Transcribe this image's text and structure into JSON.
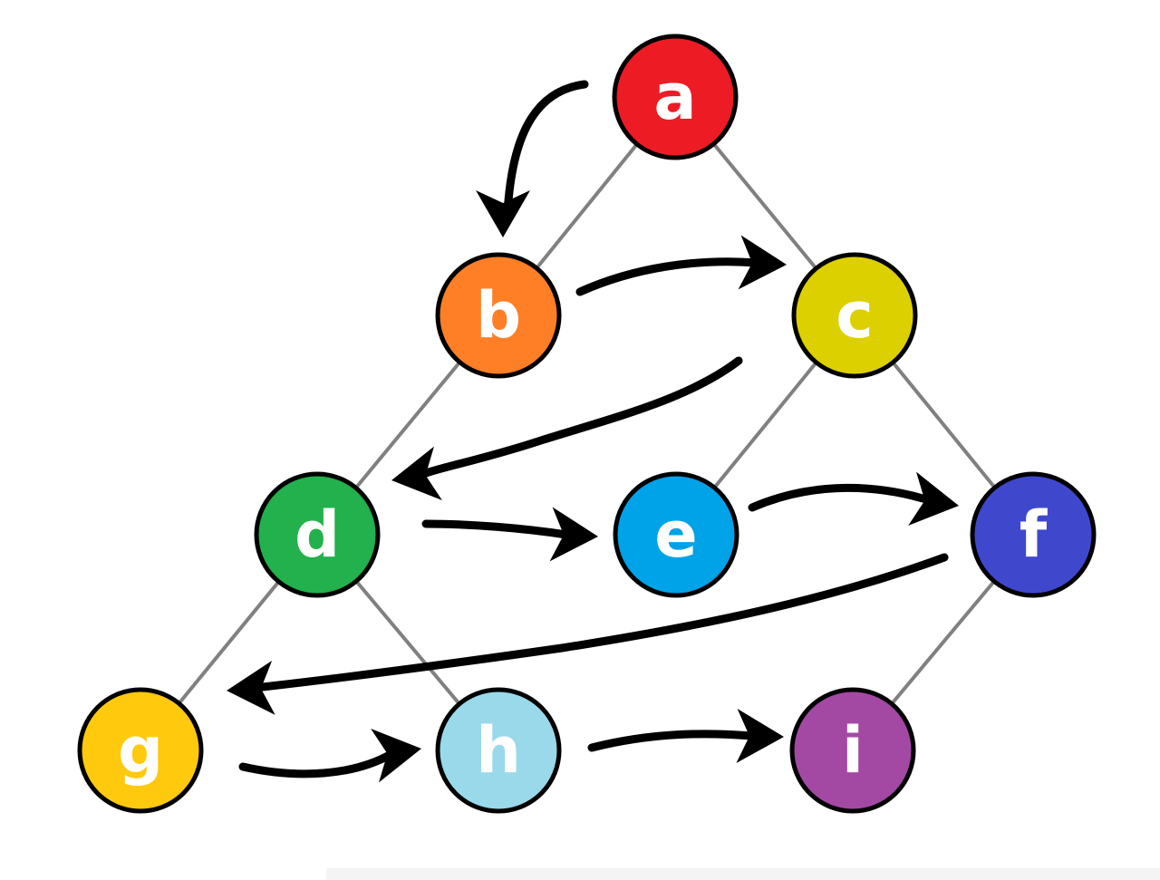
{
  "diagram": {
    "type": "tree-traversal-order",
    "nodes": [
      {
        "id": "a",
        "label": "a",
        "color": "#ED1C24"
      },
      {
        "id": "b",
        "label": "b",
        "color": "#FF7F27"
      },
      {
        "id": "c",
        "label": "c",
        "color": "#DDD000"
      },
      {
        "id": "d",
        "label": "d",
        "color": "#22B14C"
      },
      {
        "id": "e",
        "label": "e",
        "color": "#00A2E8"
      },
      {
        "id": "f",
        "label": "f",
        "color": "#3F48CC"
      },
      {
        "id": "g",
        "label": "g",
        "color": "#FFC90E"
      },
      {
        "id": "h",
        "label": "h",
        "color": "#99D9EA"
      },
      {
        "id": "i",
        "label": "i",
        "color": "#A349A4"
      }
    ],
    "edges": [
      {
        "from": "a",
        "to": "b"
      },
      {
        "from": "a",
        "to": "c"
      },
      {
        "from": "b",
        "to": "d"
      },
      {
        "from": "c",
        "to": "e"
      },
      {
        "from": "c",
        "to": "f"
      },
      {
        "from": "d",
        "to": "g"
      },
      {
        "from": "d",
        "to": "h"
      },
      {
        "from": "f",
        "to": "i"
      }
    ],
    "traversal_order": [
      "a",
      "b",
      "c",
      "d",
      "e",
      "f",
      "g",
      "h",
      "i"
    ],
    "colors": {
      "edge": "#808080",
      "arrow": "#000000",
      "label": "#FFFFFF",
      "outline": "#000000"
    }
  }
}
